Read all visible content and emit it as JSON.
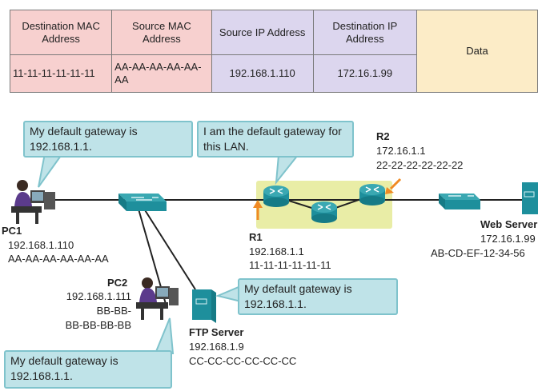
{
  "frame": {
    "headers": {
      "dest_mac": "Destination MAC Address",
      "src_mac": "Source MAC Address",
      "src_ip": "Source IP Address",
      "dest_ip": "Destination IP Address",
      "data": "Data"
    },
    "values": {
      "dest_mac": "11-11-11-11-11-11",
      "src_mac": "AA-AA-AA-AA-AA-AA",
      "src_ip": "192.168.1.110",
      "dest_ip": "172.16.1.99"
    },
    "colors": {
      "mac": "#f7d0cf",
      "ip": "#dcd6ee",
      "data": "#fcecc7"
    }
  },
  "callouts": {
    "pc1": "My default gateway is 192.168.1.1.",
    "r1": "I am the default gateway for this LAN.",
    "ftp": "My default gateway is 192.168.1.1.",
    "pc2": "My default gateway is 192.168.1.1."
  },
  "devices": {
    "pc1": {
      "name": "PC1",
      "ip": "192.168.1.110",
      "mac": "AA-AA-AA-AA-AA-AA"
    },
    "pc2": {
      "name": "PC2",
      "ip": "192.168.1.111",
      "mac_line1": "BB-BB-",
      "mac_line2": "BB-BB-BB-BB"
    },
    "r1": {
      "name": "R1",
      "ip": "192.168.1.1",
      "mac": "11-11-11-11-11-11"
    },
    "r2": {
      "name": "R2",
      "ip": "172.16.1.1",
      "mac": "22-22-22-22-22-22"
    },
    "ftp": {
      "name": "FTP Server",
      "ip": "192.168.1.9",
      "mac": "CC-CC-CC-CC-CC-CC"
    },
    "web": {
      "name": "Web Server",
      "ip": "172.16.1.99",
      "mac": "AB-CD-EF-12-34-56"
    }
  },
  "colors": {
    "device": "#1e8f9c",
    "highlight": "#e9eda6",
    "callout_bg": "#bfe3e8",
    "arrow": "#f08a24"
  }
}
